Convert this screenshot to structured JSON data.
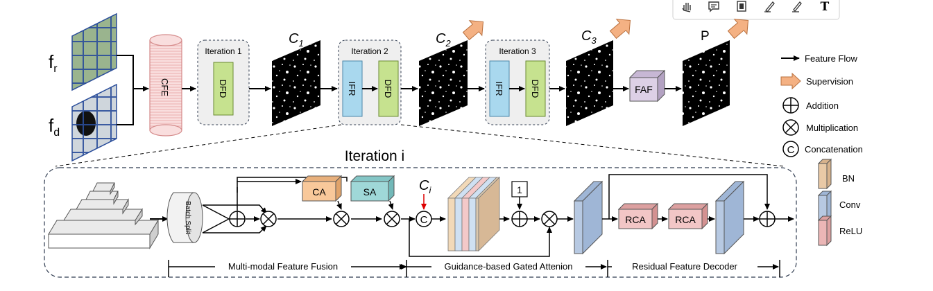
{
  "toolbar": {
    "icons": [
      "hand-icon",
      "comment-icon",
      "text-box-icon",
      "pen-icon",
      "highlighter-icon",
      "text-tool-icon"
    ],
    "text_tool_glyph": "T"
  },
  "inputs": {
    "fr_main": "f",
    "fr_sub": "r",
    "fd_main": "f",
    "fd_sub": "d"
  },
  "top": {
    "cfe": "CFE",
    "iter1_title": "Iteration 1",
    "iter2_title": "Iteration 2",
    "iter3_title": "Iteration 3",
    "dfd": "DFD",
    "ifr": "IFR",
    "faf": "FAF",
    "c_main": "C",
    "c1_sub": "1",
    "c2_sub": "2",
    "c3_sub": "3",
    "p_label": "P"
  },
  "legend": {
    "feature_flow": "Feature Flow",
    "supervision": "Supervision",
    "addition": "Addition",
    "multiplication": "Multiplication",
    "concatenation": "Concatenation",
    "concat_glyph": "C",
    "bn": "BN",
    "conv": "Conv",
    "relu": "ReLU"
  },
  "detail": {
    "title": "Iteration i",
    "batch_split": "Batch Split",
    "ca": "CA",
    "sa": "SA",
    "ci_main": "C",
    "ci_sub": "i",
    "concat_glyph": "C",
    "one": "1",
    "rca": "RCA",
    "sections": {
      "fusion": "Multi-modal Feature Fusion",
      "gated": "Guidance-based Gated Attenion",
      "decoder": "Residual Feature Decoder"
    }
  },
  "colors": {
    "cfe_fill": "#f7d6d6",
    "dfd_fill": "#c6e28f",
    "ifr_fill": "#a9d8ee",
    "faf_fill": "#ddd0e6",
    "supervision_arrow": "#f4b183",
    "ca_fill": "#f8c89a",
    "sa_fill": "#9fd8d8",
    "rca_fill": "#f2c6c6",
    "bn_fill": "#e9c9a6",
    "conv_fill": "#b7c9e2",
    "relu_fill": "#ebb6b6",
    "group_fill": "#efefef",
    "dashed_border": "#2f3b4f"
  }
}
